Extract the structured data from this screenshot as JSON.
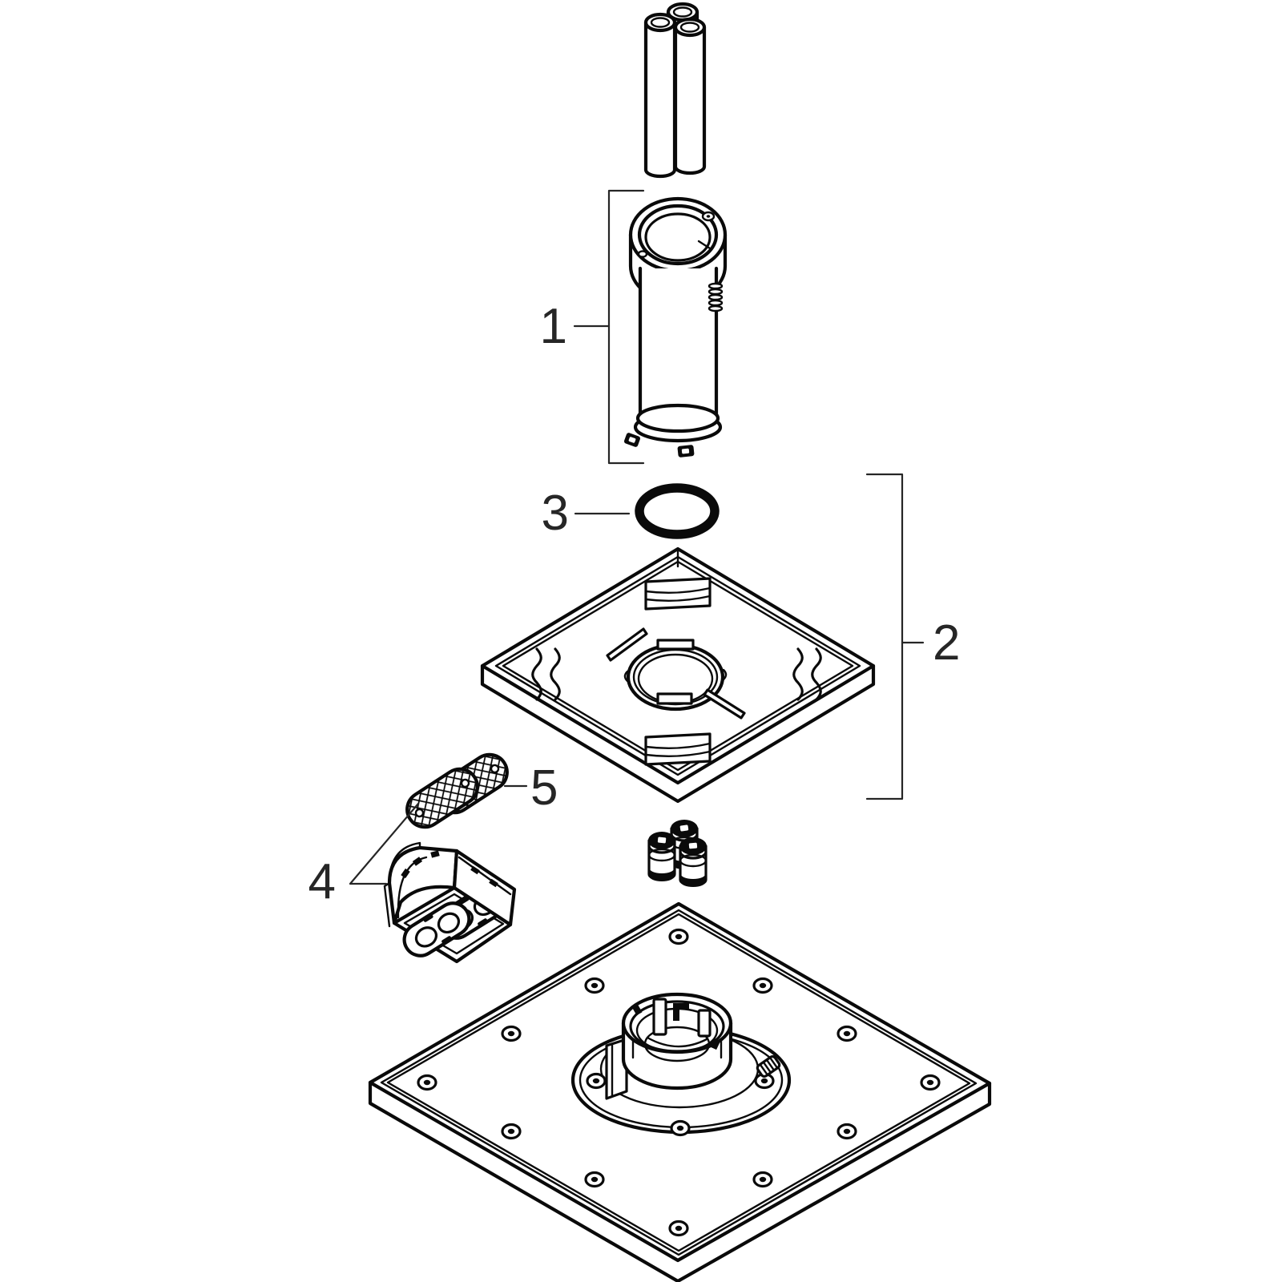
{
  "diagram": {
    "type": "exploded-parts-diagram",
    "background_color": "#ffffff",
    "line_color": "#0a0a0a",
    "label_color": "#262626",
    "callouts": [
      {
        "label": "1",
        "part": "housing-cylinder-with-supply-pipes"
      },
      {
        "label": "2",
        "part": "cover-frame-assembly"
      },
      {
        "label": "3",
        "part": "o-ring-seal"
      },
      {
        "label": "4",
        "part": "corner-bracket"
      },
      {
        "label": "5",
        "part": "mesh-filter-gaskets"
      }
    ],
    "figures": [
      "supply-pipes",
      "housing-cylinder",
      "o-ring",
      "cover-frame",
      "mesh-filter-gaskets",
      "corner-bracket",
      "hose-connectors",
      "base-plate-with-flange"
    ]
  }
}
